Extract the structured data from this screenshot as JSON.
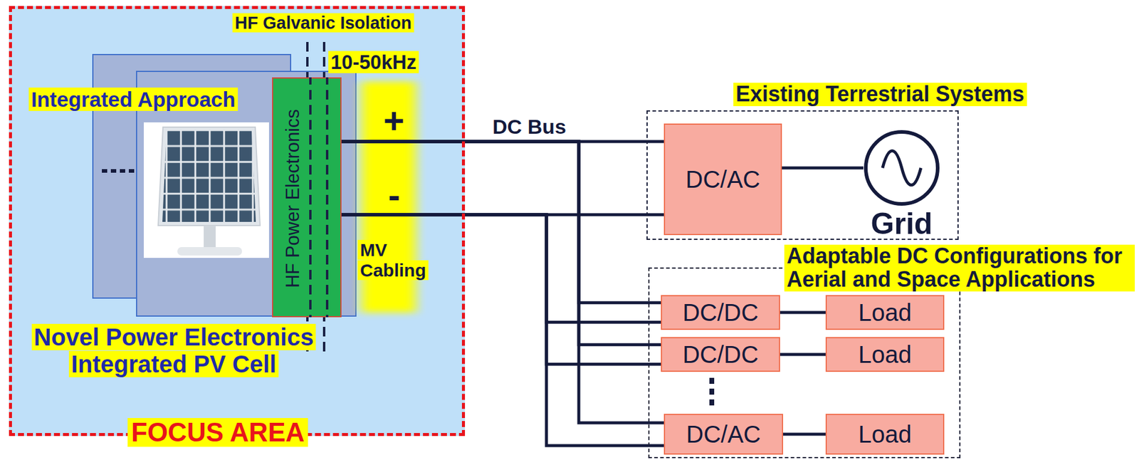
{
  "diagram": {
    "nodes": [
      {
        "text": [
          "FOCUS AREA"
        ]
      },
      {
        "text": [
          "HF Power Electronics"
        ],
        "in": 0
      },
      {
        "text": [
          "Existing Terrestrial Systems"
        ]
      },
      {
        "text": [
          "DC/AC"
        ],
        "in": 2
      },
      {
        "text": [
          "Grid"
        ],
        "in": 2
      },
      {
        "text": [
          "Adaptable DC Configurations for Aerial and Space Applications"
        ]
      },
      {
        "text": [
          "DC/DC"
        ],
        "in": 5
      },
      {
        "text": [
          "Load"
        ],
        "in": 5
      },
      {
        "text": [
          "DC/DC"
        ],
        "in": 5
      },
      {
        "text": [
          "Load"
        ],
        "in": 5
      },
      {
        "text": [
          "DC/AC"
        ],
        "in": 5
      },
      {
        "text": [
          "Load"
        ],
        "in": 5
      }
    ],
    "edges": [
      {
        "from": 1,
        "to": 3,
        "arrow": "none"
      },
      {
        "from": 3,
        "to": 4,
        "arrow": "none"
      },
      {
        "from": 1,
        "to": 6,
        "arrow": "none"
      },
      {
        "from": 6,
        "to": 7,
        "arrow": "none"
      },
      {
        "from": 1,
        "to": 8,
        "arrow": "none"
      },
      {
        "from": 8,
        "to": 9,
        "arrow": "none"
      },
      {
        "from": 1,
        "to": 10,
        "arrow": "none"
      },
      {
        "from": 10,
        "to": 11,
        "arrow": "none"
      }
    ],
    "labels": [
      "HF Galvanic Isolation",
      "10-50kHz",
      "Integrated Approach",
      "+",
      "DC Bus",
      "-",
      "MV Cabling",
      "Novel Power Electronics Integrated PV Cell"
    ]
  }
}
